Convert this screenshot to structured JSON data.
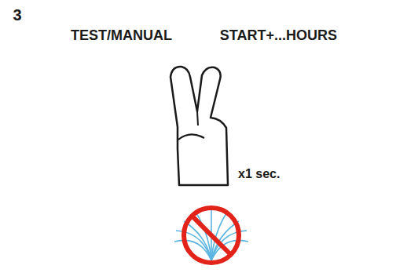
{
  "diagram": {
    "nodes": [
      {
        "text": [
          "3"
        ]
      },
      {
        "text": [
          "TEST/MANUAL"
        ]
      },
      {
        "text": [
          "START+...HOURS"
        ]
      }
    ],
    "labels": [
      "x1 sec."
    ]
  }
}
